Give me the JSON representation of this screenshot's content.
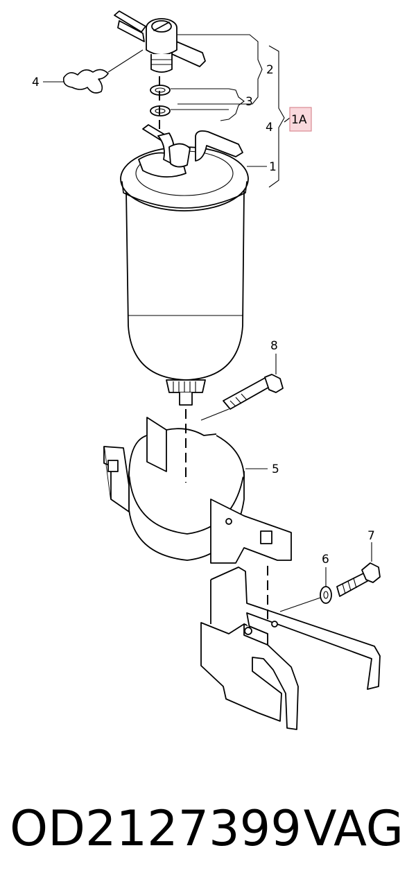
{
  "callouts": {
    "c1": "1",
    "c2": "2",
    "c3": "3",
    "c4_left": "4",
    "c4_right": "4",
    "c1A": "1A",
    "c5": "5",
    "c6": "6",
    "c7": "7",
    "c8": "8"
  },
  "footer": {
    "part_number": "OD2127399",
    "brand": "VAG"
  },
  "colors": {
    "highlight_box_fill": "#f9d9dd",
    "highlight_box_stroke": "#d98a93"
  }
}
